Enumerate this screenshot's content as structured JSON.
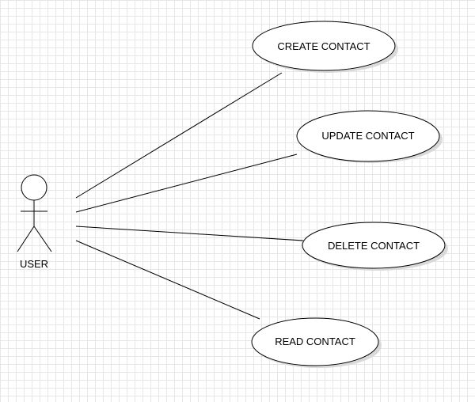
{
  "diagram": {
    "actor": {
      "label": "USER"
    },
    "use_cases": [
      {
        "label": "CREATE CONTACT"
      },
      {
        "label": "UPDATE CONTACT"
      },
      {
        "label": "DELETE CONTACT"
      },
      {
        "label": "READ CONTACT"
      }
    ],
    "colors": {
      "stroke": "#000000",
      "fill": "#ffffff",
      "shadow": "#d9d9d9",
      "grid": "#e6e6e6"
    }
  }
}
